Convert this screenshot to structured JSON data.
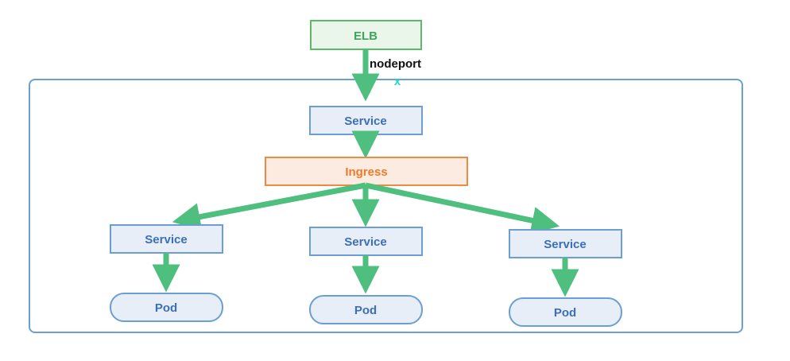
{
  "elb": {
    "label": "ELB"
  },
  "edge_label": "nodeport",
  "blocked_marker": "x",
  "top_service": {
    "label": "Service"
  },
  "ingress": {
    "label": "Ingress"
  },
  "services": [
    {
      "label": "Service"
    },
    {
      "label": "Service"
    },
    {
      "label": "Service"
    }
  ],
  "pods": [
    {
      "label": "Pod"
    },
    {
      "label": "Pod"
    },
    {
      "label": "Pod"
    }
  ],
  "colors": {
    "arrow": "#4fbf7f",
    "elb_fill": "#eaf6ea",
    "elb_stroke": "#5db86a",
    "elb_text": "#3ea55a",
    "box_fill": "#e8eef8",
    "box_stroke": "#6b9fd4",
    "box_text": "#3b6fb6",
    "ingress_fill": "#fcebe0",
    "ingress_stroke": "#ee8a43",
    "ingress_text": "#ee7a2a",
    "cluster_stroke": "#6b9fd4",
    "marker": "#26d6cf"
  }
}
